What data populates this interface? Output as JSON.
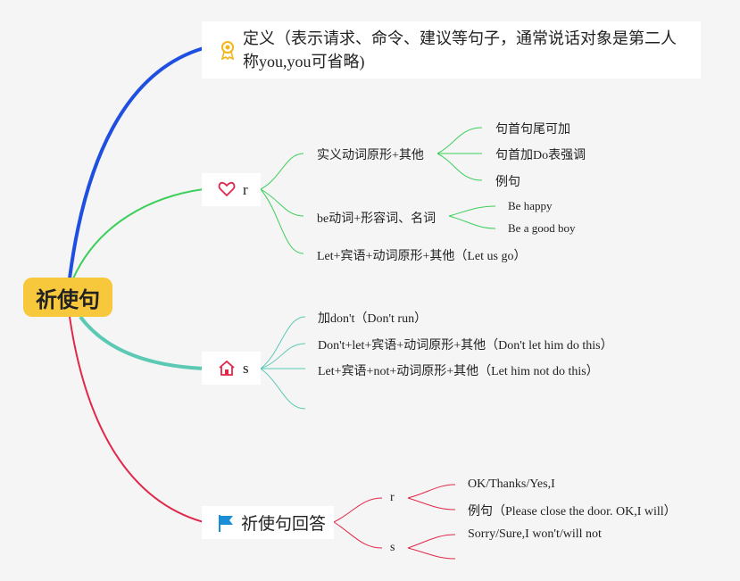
{
  "root": {
    "label": "祈使句"
  },
  "branches": {
    "definition": {
      "icon": "award-ribbon-icon",
      "text": "定义（表示请求、命令、建议等句子，通常说话对象是第二人称you,you可省略)"
    },
    "r": {
      "icon": "heart-icon",
      "label": "r",
      "children": {
        "c1": {
          "label": "实义动词原形+其他",
          "children": [
            "句首句尾可加",
            "句首加Do表强调",
            "例句"
          ]
        },
        "c2": {
          "label": "be动词+形容词、名词",
          "children": [
            "Be happy",
            "Be a good boy"
          ]
        },
        "c3": {
          "label": "Let+宾语+动词原形+其他（Let us go）"
        }
      }
    },
    "s": {
      "icon": "house-icon",
      "label": "s",
      "children": [
        "加don't（Don't run）",
        "Don't+let+宾语+动词原形+其他（Don't let him do this）",
        "Let+宾语+not+动词原形+其他（Let him not do this）",
        ""
      ]
    },
    "answer": {
      "icon": "flag-icon",
      "label": "祈使句回答",
      "r": {
        "label": "r",
        "children": [
          "OK/Thanks/Yes,I",
          "例句（Please close the door. OK,I will）"
        ]
      },
      "s": {
        "label": "s",
        "children": [
          "Sorry/Sure,I won't/will not",
          ""
        ]
      }
    }
  },
  "colors": {
    "root": "#f8c83c",
    "definition_branch": "#1f4fe0",
    "r_branch": "#3ccf5a",
    "s_branch": "#5cc9b4",
    "answer_branch": "#e0284a"
  }
}
